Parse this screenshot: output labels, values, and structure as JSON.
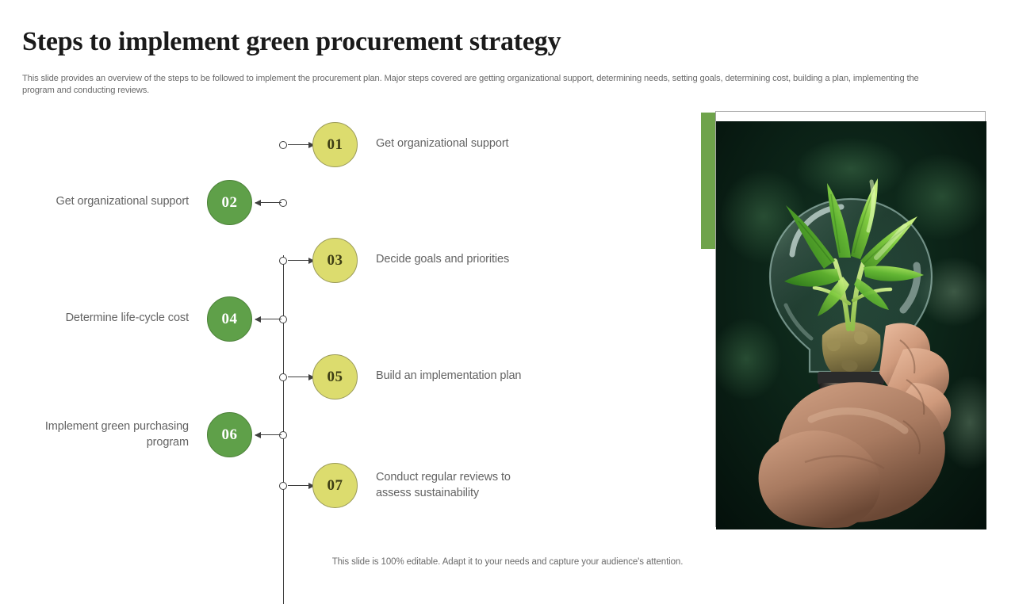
{
  "slide": {
    "title": "Steps to implement green procurement strategy",
    "subtitle": "This slide provides an overview of the steps to be followed to implement the procurement plan. Major steps covered are getting organizational support, determining needs, setting goals, determining cost, building a plan, implementing the program and conducting reviews.",
    "footer_note": "This slide is 100% editable. Adapt it to your needs and capture your audience's attention."
  },
  "colors": {
    "yellow_circle": "#dcdc6e",
    "yellow_circle_border": "#9a9a59",
    "green_circle": "#5fa049",
    "green_circle_border": "#4b8038",
    "accent_green": "#6fa34b",
    "connector": "#3f3f3f",
    "label_text": "#636363",
    "title_text": "#1a1a1a"
  },
  "steps": [
    {
      "number": "01",
      "label": "Get organizational support",
      "side": "right",
      "color": "yellow"
    },
    {
      "number": "02",
      "label": "Get organizational support",
      "side": "left",
      "color": "green"
    },
    {
      "number": "03",
      "label": "Decide goals and priorities",
      "side": "right",
      "color": "yellow"
    },
    {
      "number": "04",
      "label": "Determine life-cycle cost",
      "side": "left",
      "color": "green"
    },
    {
      "number": "05",
      "label": "Build an implementation plan",
      "side": "right",
      "color": "yellow"
    },
    {
      "number": "06",
      "label": "Implement green purchasing program",
      "side": "left",
      "color": "green"
    },
    {
      "number": "07",
      "label": "Conduct regular reviews to assess sustainability",
      "side": "right",
      "color": "yellow"
    }
  ],
  "media": {
    "alt": "hand holding a lightbulb containing a green seedling"
  }
}
